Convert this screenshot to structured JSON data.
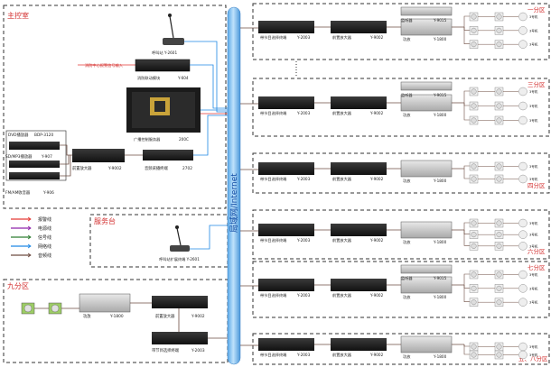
{
  "main_room": {
    "title": "主控室",
    "fire_signal": "消防中心报警信号输入",
    "fire_module": "消防联动模块",
    "fire_module_model": "Y-604",
    "call_station": "呼叫站 Y-2601",
    "dvd": "DVD播放器",
    "dvd_model": "BDP-3120",
    "mp3": "SD/MP3播放器",
    "mp3_model": "Y-907",
    "fm": "FM/AM收音器",
    "fm_model": "Y-906",
    "control_host": "广播控制服务器",
    "control_host_model": "200C",
    "preamp": "前置放大器",
    "preamp_model": "Y-9002",
    "audio_collect": "音频采播终端",
    "audio_collect_model": "2702"
  },
  "network_label": "局域网/Internet",
  "service_desk": {
    "title": "服务台",
    "call_station": "呼叫站扩展终端 Y-2601"
  },
  "legend": [
    {
      "label": "报警线",
      "color": "#e53935"
    },
    {
      "label": "电源线",
      "color": "#8e24aa"
    },
    {
      "label": "信号线",
      "color": "#2e7d32"
    },
    {
      "label": "网络线",
      "color": "#1e88e5"
    },
    {
      "label": "音频线",
      "color": "#6d4c41"
    }
  ],
  "zone9": {
    "title": "九分区",
    "amp": "功放",
    "amp_model": "Y-1800",
    "preamp": "前置放大器",
    "preamp_model": "Y-9002",
    "terminal": "带节目选择终端",
    "terminal_model": "Y-2003"
  },
  "zones": [
    {
      "title": "一分区",
      "monitor": true
    },
    {
      "title": "三分区",
      "monitor": true
    },
    {
      "title": "四分区",
      "monitor": false
    },
    {
      "title": "六分区",
      "monitor": false
    },
    {
      "title": "七分区",
      "monitor": true
    },
    {
      "title": "五、八分区",
      "monitor": false
    }
  ],
  "zone_labels": {
    "terminal": "带节目选择终端",
    "terminal_model": "Y-2003",
    "preamp": "前置放大器",
    "preamp_model": "Y-9002",
    "amp": "功放",
    "amp_model": "Y-1800",
    "monitor": "监听器",
    "monitor_model": "Y-9015",
    "speaker": "3号机"
  }
}
